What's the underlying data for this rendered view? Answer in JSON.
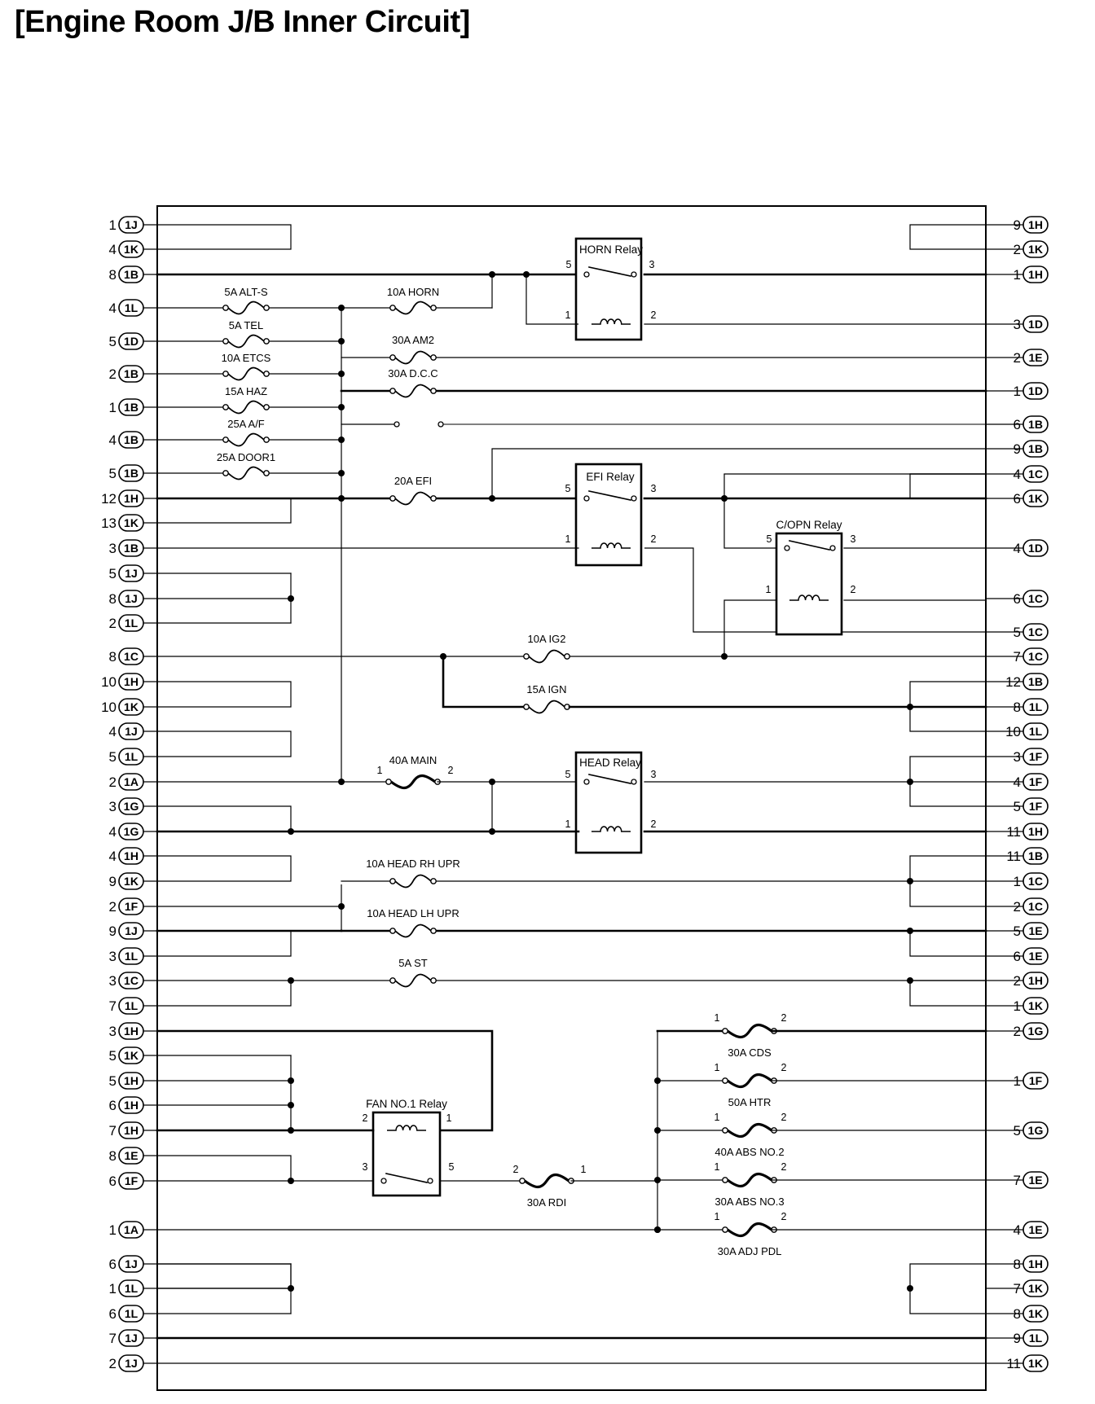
{
  "title": "[Engine Room J/B Inner Circuit]",
  "left_pins": [
    {
      "num": "1",
      "conn": "1J"
    },
    {
      "num": "4",
      "conn": "1K"
    },
    {
      "num": "8",
      "conn": "1B"
    },
    {
      "num": "4",
      "conn": "1L"
    },
    {
      "num": "5",
      "conn": "1D"
    },
    {
      "num": "2",
      "conn": "1B"
    },
    {
      "num": "1",
      "conn": "1B"
    },
    {
      "num": "4",
      "conn": "1B"
    },
    {
      "num": "5",
      "conn": "1B"
    },
    {
      "num": "12",
      "conn": "1H"
    },
    {
      "num": "13",
      "conn": "1K"
    },
    {
      "num": "3",
      "conn": "1B"
    },
    {
      "num": "5",
      "conn": "1J"
    },
    {
      "num": "8",
      "conn": "1J"
    },
    {
      "num": "2",
      "conn": "1L"
    },
    {
      "num": "8",
      "conn": "1C"
    },
    {
      "num": "10",
      "conn": "1H"
    },
    {
      "num": "10",
      "conn": "1K"
    },
    {
      "num": "4",
      "conn": "1J"
    },
    {
      "num": "5",
      "conn": "1L"
    },
    {
      "num": "2",
      "conn": "1A"
    },
    {
      "num": "3",
      "conn": "1G"
    },
    {
      "num": "4",
      "conn": "1G"
    },
    {
      "num": "4",
      "conn": "1H"
    },
    {
      "num": "9",
      "conn": "1K"
    },
    {
      "num": "2",
      "conn": "1F"
    },
    {
      "num": "9",
      "conn": "1J"
    },
    {
      "num": "3",
      "conn": "1L"
    },
    {
      "num": "3",
      "conn": "1C"
    },
    {
      "num": "7",
      "conn": "1L"
    },
    {
      "num": "3",
      "conn": "1H"
    },
    {
      "num": "5",
      "conn": "1K"
    },
    {
      "num": "5",
      "conn": "1H"
    },
    {
      "num": "6",
      "conn": "1H"
    },
    {
      "num": "7",
      "conn": "1H"
    },
    {
      "num": "8",
      "conn": "1E"
    },
    {
      "num": "6",
      "conn": "1F"
    },
    {
      "num": "1",
      "conn": "1A"
    },
    {
      "num": "6",
      "conn": "1J"
    },
    {
      "num": "1",
      "conn": "1L"
    },
    {
      "num": "6",
      "conn": "1L"
    },
    {
      "num": "7",
      "conn": "1J"
    },
    {
      "num": "2",
      "conn": "1J"
    }
  ],
  "right_pins": [
    {
      "num": "9",
      "conn": "1H"
    },
    {
      "num": "2",
      "conn": "1K"
    },
    {
      "num": "1",
      "conn": "1H"
    },
    {
      "num": "3",
      "conn": "1D"
    },
    {
      "num": "2",
      "conn": "1E"
    },
    {
      "num": "1",
      "conn": "1D"
    },
    {
      "num": "6",
      "conn": "1B"
    },
    {
      "num": "9",
      "conn": "1B"
    },
    {
      "num": "4",
      "conn": "1C"
    },
    {
      "num": "6",
      "conn": "1K"
    },
    {
      "num": "4",
      "conn": "1D"
    },
    {
      "num": "6",
      "conn": "1C"
    },
    {
      "num": "5",
      "conn": "1C"
    },
    {
      "num": "7",
      "conn": "1C"
    },
    {
      "num": "12",
      "conn": "1B"
    },
    {
      "num": "8",
      "conn": "1L"
    },
    {
      "num": "10",
      "conn": "1L"
    },
    {
      "num": "3",
      "conn": "1F"
    },
    {
      "num": "4",
      "conn": "1F"
    },
    {
      "num": "5",
      "conn": "1F"
    },
    {
      "num": "11",
      "conn": "1H"
    },
    {
      "num": "11",
      "conn": "1B"
    },
    {
      "num": "1",
      "conn": "1C"
    },
    {
      "num": "2",
      "conn": "1C"
    },
    {
      "num": "5",
      "conn": "1E"
    },
    {
      "num": "6",
      "conn": "1E"
    },
    {
      "num": "2",
      "conn": "1H"
    },
    {
      "num": "1",
      "conn": "1K"
    },
    {
      "num": "2",
      "conn": "1G"
    },
    {
      "num": "1",
      "conn": "1F"
    },
    {
      "num": "5",
      "conn": "1G"
    },
    {
      "num": "7",
      "conn": "1E"
    },
    {
      "num": "4",
      "conn": "1E"
    },
    {
      "num": "8",
      "conn": "1H"
    },
    {
      "num": "7",
      "conn": "1K"
    },
    {
      "num": "8",
      "conn": "1K"
    },
    {
      "num": "9",
      "conn": "1L"
    },
    {
      "num": "11",
      "conn": "1K"
    }
  ],
  "fuses": [
    {
      "id": "alt-s",
      "label": "5A ALT-S"
    },
    {
      "id": "tel",
      "label": "5A TEL"
    },
    {
      "id": "etcs",
      "label": "10A  ETCS"
    },
    {
      "id": "haz",
      "label": "15A HAZ"
    },
    {
      "id": "af",
      "label": "25A A/F"
    },
    {
      "id": "door1",
      "label": "25A DOOR1"
    },
    {
      "id": "horn",
      "label": "10A HORN"
    },
    {
      "id": "am2",
      "label": "30A AM2"
    },
    {
      "id": "dcc",
      "label": "30A D.C.C"
    },
    {
      "id": "efi",
      "label": "20A EFI"
    },
    {
      "id": "ig2",
      "label": "10A IG2"
    },
    {
      "id": "ign",
      "label": "15A IGN"
    },
    {
      "id": "main",
      "label": "40A MAIN"
    },
    {
      "id": "head-rh",
      "label": "10A HEAD RH UPR"
    },
    {
      "id": "head-lh",
      "label": "10A HEAD LH UPR"
    },
    {
      "id": "st",
      "label": "5A ST"
    },
    {
      "id": "rdi",
      "label": "30A RDI"
    },
    {
      "id": "cds",
      "label": "30A CDS"
    },
    {
      "id": "htr",
      "label": "50A HTR"
    },
    {
      "id": "abs2",
      "label": "40A ABS NO.2"
    },
    {
      "id": "abs3",
      "label": "30A ABS NO.3"
    },
    {
      "id": "adj",
      "label": "30A ADJ PDL"
    }
  ],
  "relays": [
    {
      "id": "horn",
      "label": "HORN Relay"
    },
    {
      "id": "efi",
      "label": "EFI Relay"
    },
    {
      "id": "copn",
      "label": "C/OPN Relay"
    },
    {
      "id": "head",
      "label": "HEAD Relay"
    },
    {
      "id": "fan",
      "label": "FAN NO.1 Relay"
    }
  ]
}
